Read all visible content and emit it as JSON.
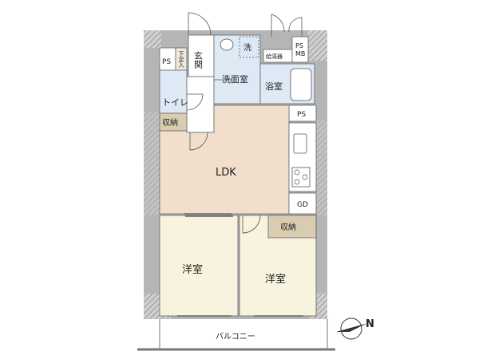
{
  "rooms": {
    "entrance": "玄関",
    "shoe_cabinet": "下足入",
    "washroom": "洗面室",
    "washer": "洗",
    "water_heater": "給湯器",
    "bathroom": "浴室",
    "toilet": "トイレ",
    "storage_entry": "収納",
    "storage_room": "収納",
    "ldk": "LDK",
    "bedroom_west": "洋室",
    "bedroom_east": "洋室",
    "balcony": "バルコニー"
  },
  "tags": {
    "ps_entry": "PS",
    "ps_mb_top": "PS",
    "ps_mb_bottom": "MB",
    "ps_kitchen": "PS",
    "gd": "GD"
  },
  "compass": {
    "label": "N"
  },
  "colors": {
    "wet_area": "#dde9f5",
    "ldk": "#f1dfcc",
    "bedroom": "#f7f3df",
    "storage": "#d9ccb0",
    "wall": "#aaaaaa",
    "wall_hatch": "#888888"
  }
}
